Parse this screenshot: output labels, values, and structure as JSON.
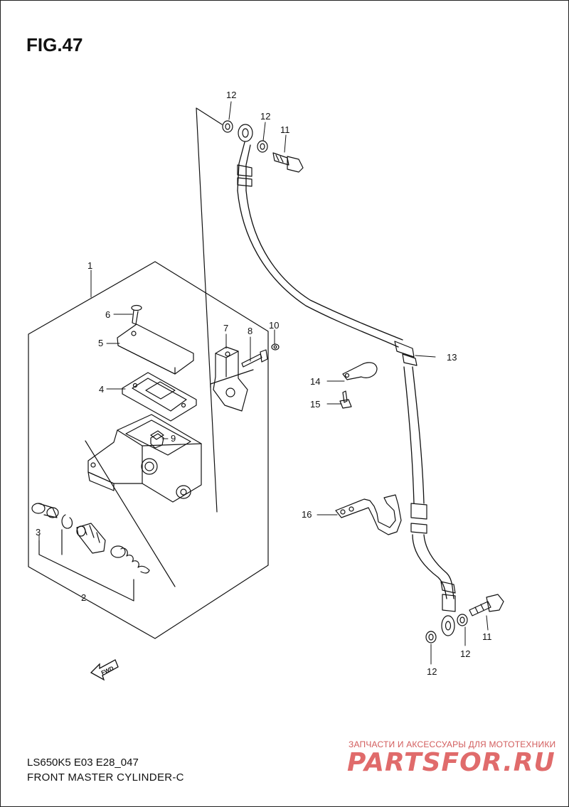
{
  "figure": {
    "title": "FIG.47",
    "model_code": "LS650K5 E03 E28_047",
    "model_name": "FRONT MASTER CYLINDER-C"
  },
  "callouts": {
    "c1": "1",
    "c2": "2",
    "c3": "3",
    "c4": "4",
    "c5": "5",
    "c6": "6",
    "c7": "7",
    "c8": "8",
    "c9": "9",
    "c10": "10",
    "c11a": "11",
    "c11b": "11",
    "c12a": "12",
    "c12b": "12",
    "c12c": "12",
    "c12d": "12",
    "c13": "13",
    "c14": "14",
    "c15": "15",
    "c16": "16"
  },
  "fwd_badge": "FWD",
  "watermark": {
    "tagline": "ЗАПЧАСТИ И АКСЕССУАРЫ ДЛЯ МОТОТЕХНИКИ",
    "logo": "PARTSFOR.RU"
  },
  "colors": {
    "ink": "#111111",
    "watermark": "#e06b6b"
  }
}
